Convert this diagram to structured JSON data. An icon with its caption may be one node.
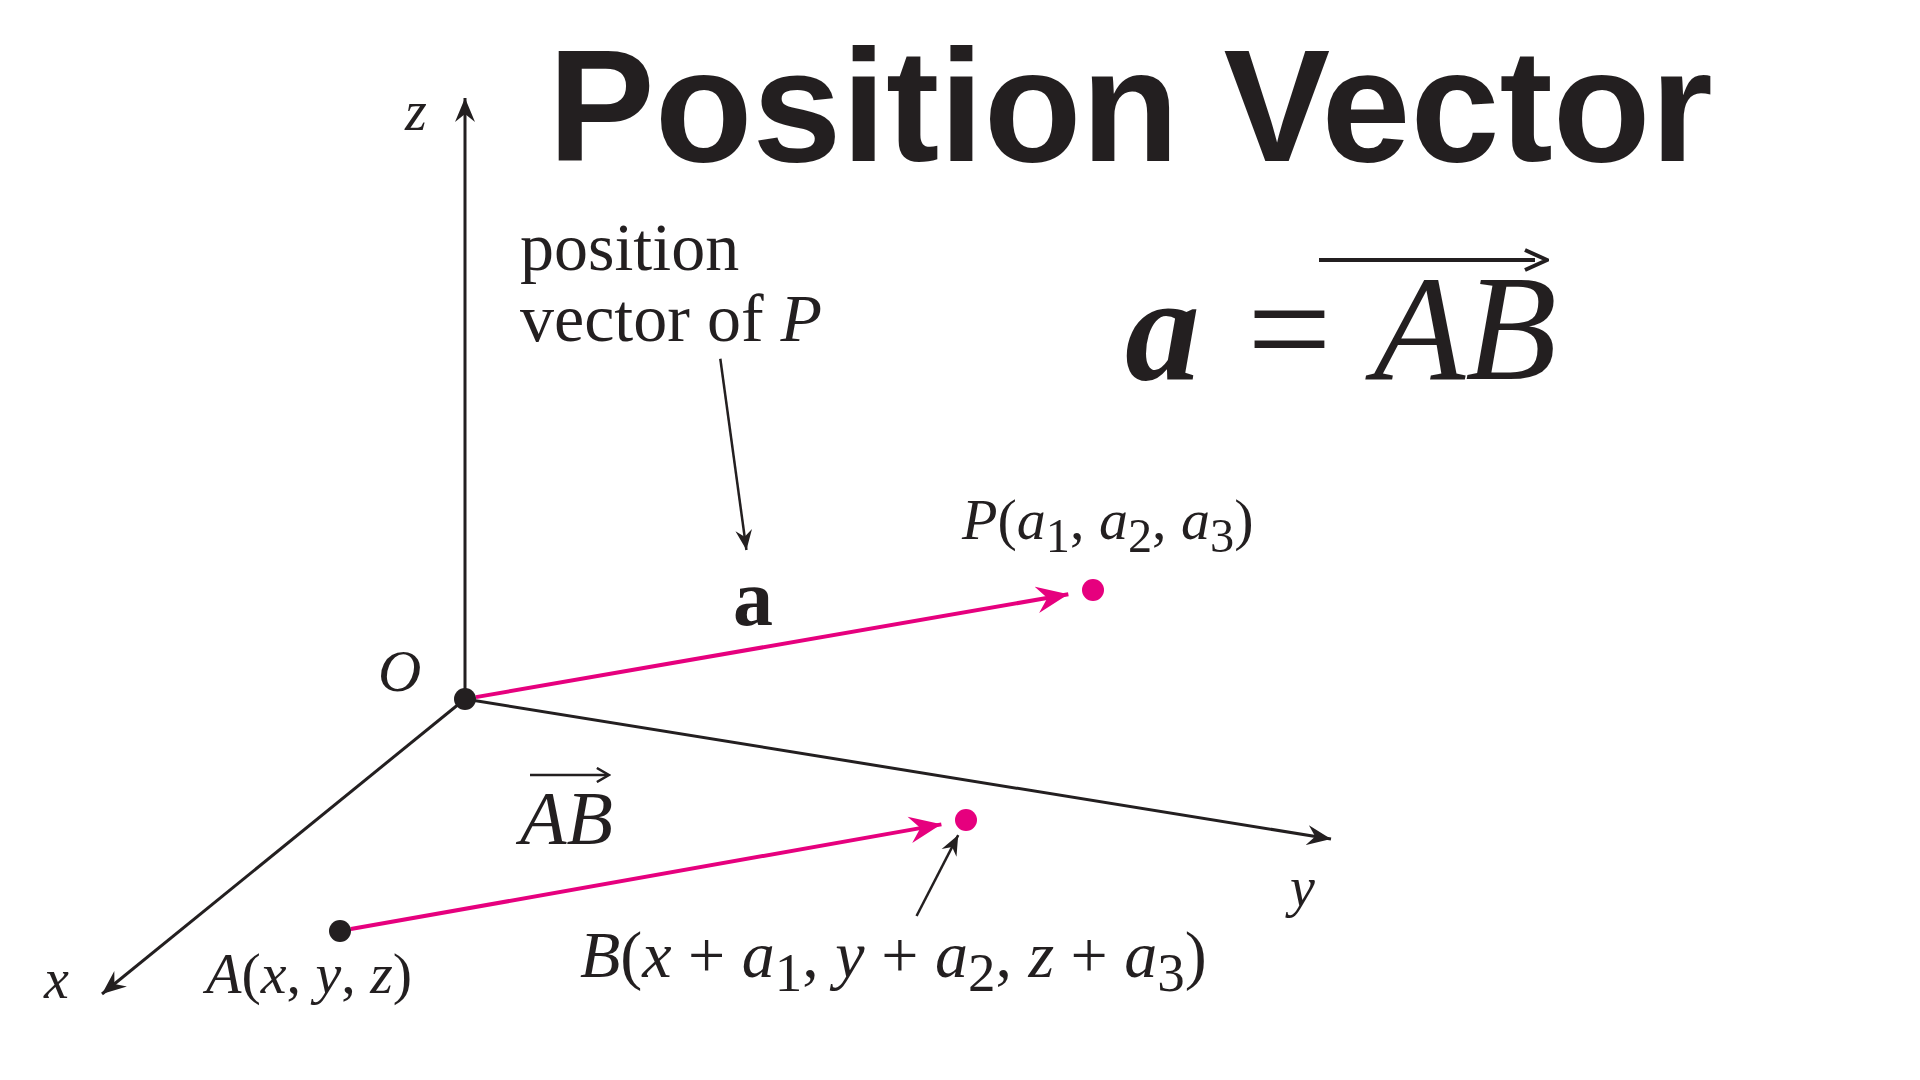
{
  "diagram": {
    "title": "Position Vector",
    "nodes": [
      {
        "text": [],
        "shape": "circle",
        "beside": [
          "*O*"
        ]
      },
      {
        "text": [],
        "shape": "circle",
        "beside": [
          "*P*(*a*$_{1}$, *a*$_{2}$, *a*$_{3}$)"
        ]
      },
      {
        "text": [],
        "shape": "circle",
        "beside": [
          "*A*(*x*, *y*, *z*)"
        ]
      },
      {
        "text": [],
        "shape": "circle"
      },
      {
        "text": [
          "position vector of *P*"
        ]
      },
      {
        "text": [
          "*B*(*x* + *a*$_{1}$, *y* + *a*$_{2}$, *z* + *a*$_{3}$)"
        ]
      },
      {
        "text": [
          "a"
        ]
      }
    ],
    "edges": [
      {
        "from": 0,
        "to": 1,
        "arrow": "to",
        "color": "#e6007e"
      },
      {
        "from": 2,
        "to": 3,
        "arrow": "to",
        "color": "#e6007e",
        "label": "AB"
      },
      {
        "from": 4,
        "to": 6,
        "arrow": "to",
        "color": "#231f20"
      },
      {
        "from": 5,
        "to": 3,
        "arrow": "to",
        "color": "#231f20"
      }
    ],
    "labels": [
      "z",
      "y",
      "x",
      "**a** = AB"
    ]
  }
}
